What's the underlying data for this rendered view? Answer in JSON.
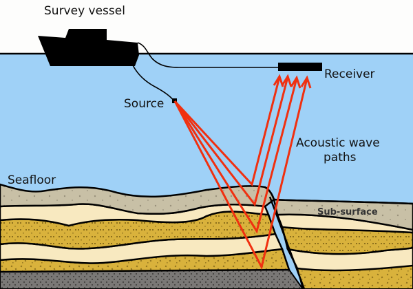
{
  "diagram": {
    "title_label": "Survey vessel",
    "labels": {
      "vessel": "Survey vessel",
      "receiver": "Receiver",
      "source": "Source",
      "acoustic_line1": "Acoustic wave",
      "acoustic_line2": "paths",
      "seafloor": "Seafloor",
      "subsurface": "Sub-surface"
    },
    "colors": {
      "sky": "#fdfdfc",
      "water": "#9fd1f7",
      "wave_path": "#f03010",
      "vessel": "#000000",
      "layer_gray_tan": "#c8c0a6",
      "layer_cream": "#f8e9c0",
      "layer_ochre": "#d9b23c",
      "layer_dark_gray": "#7a7876",
      "outline": "#000000"
    },
    "wave_paths_count": 4,
    "layers": [
      "seafloor sediment",
      "cream sand",
      "ochre sandstone",
      "cream sand",
      "ochre conglomerate",
      "gray bedrock"
    ]
  }
}
